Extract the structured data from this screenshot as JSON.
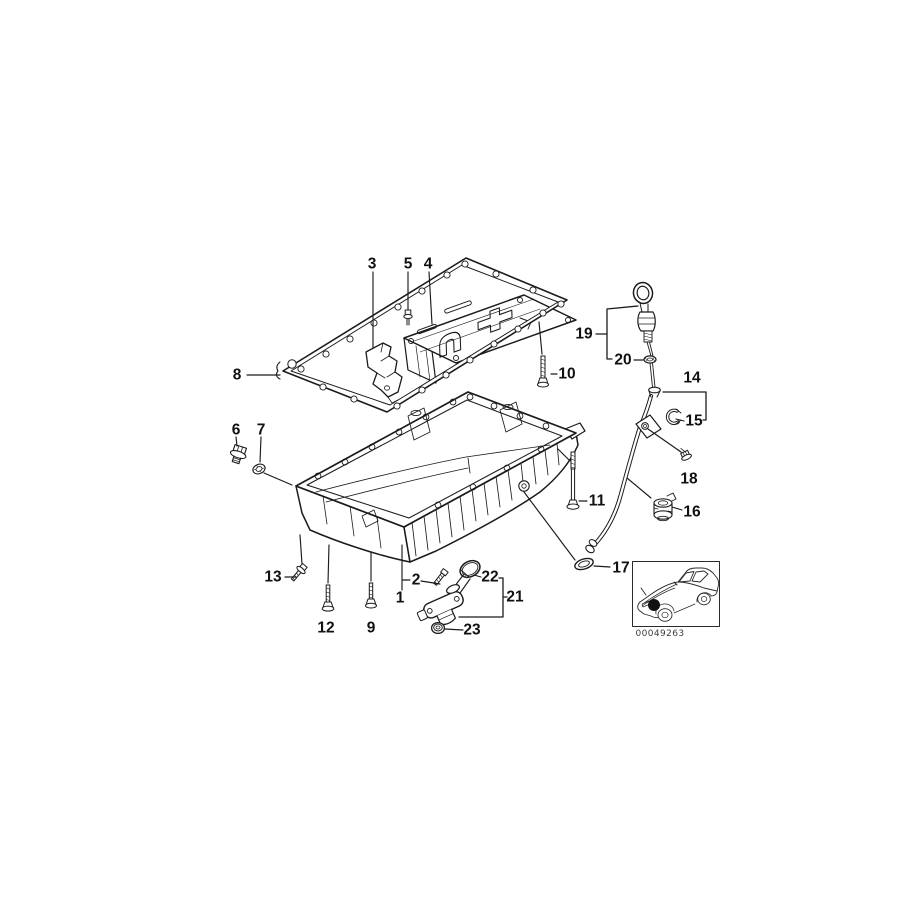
{
  "diagram": {
    "kind": "exploded-parts-diagram",
    "background": "#ffffff",
    "line_color": "#1b1b1b",
    "label_color": "#111111"
  },
  "callouts": {
    "1": "1",
    "2": "2",
    "3": "3",
    "4": "4",
    "5": "5",
    "6": "6",
    "7": "7",
    "8": "8",
    "9": "9",
    "10": "10",
    "11": "11",
    "12": "12",
    "13": "13",
    "14": "14",
    "15": "15",
    "16": "16",
    "17": "17",
    "18": "18",
    "19": "19",
    "20": "20",
    "21": "21",
    "22": "22",
    "23": "23"
  },
  "vehicle_inset": {
    "image_id": "00049263"
  }
}
